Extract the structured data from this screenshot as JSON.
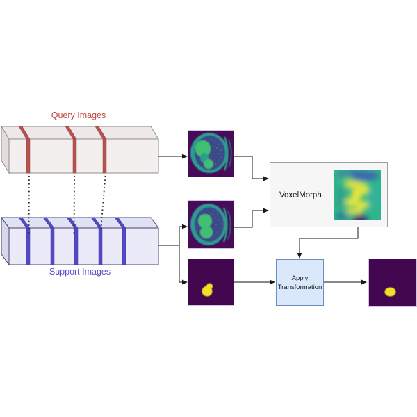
{
  "diagram": {
    "query": {
      "label": "Query Images",
      "label_color": "#C2473E",
      "stripe_color": "#B5524E",
      "slice_count": 3,
      "box_fill": "#F4EFEF",
      "box_border": "#8C8C8C"
    },
    "support": {
      "label": "Support Images",
      "label_color": "#5952C8",
      "stripe_color": "#5348C6",
      "slice_count": 5,
      "box_fill": "#EAEAF9",
      "box_border": "#45456A"
    },
    "voxelmorph": {
      "label": "VoxelMorph",
      "fill": "#F6F6F6",
      "border_color": "#9E9E9E"
    },
    "apply_transformation": {
      "label": "Apply Transformation",
      "fill": "#DAE8FC",
      "border_color": "#6C8EBF"
    },
    "images": {
      "query_ct_slice": "axial-ct-slice-viridis",
      "support_ct_slice": "axial-ct-slice-viridis",
      "support_mask": "segmentation-mask-yellow-blob",
      "deformation_field": "deformation-field-viridis",
      "output_mask": "transformed-segmentation-mask"
    },
    "colors": {
      "ct_background": "#470B59",
      "ct_body": "#2A9D8F",
      "ct_lung": "#3E4A89",
      "ct_bright": "#41BE71",
      "mask_background": "#43074F",
      "mask_blob": "#F2DF26",
      "field_background": "#2EB58C",
      "connector": "#404040"
    }
  }
}
